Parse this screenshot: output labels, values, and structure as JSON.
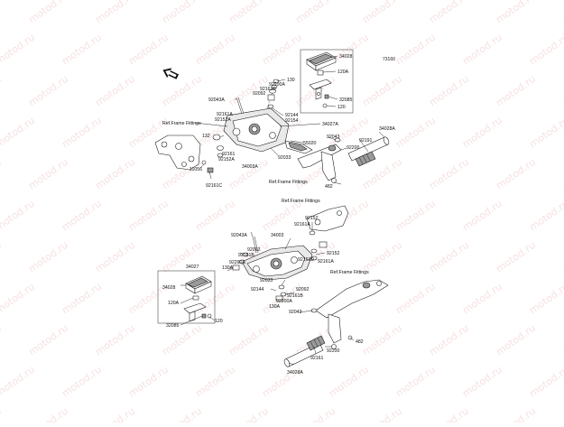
{
  "diagram_code": "73160",
  "watermark": "motod.ru",
  "ref_labels": {
    "frame_1": "Ref.Frame Fittings",
    "frame_2": "Ref.Frame Fittings",
    "frame_3": "Ref.Frame Fittings",
    "frame_4": "Ref.Frame Fittings"
  },
  "callouts": {
    "c34028_t": "34028",
    "c120A_t": "120A",
    "c32085_t": "32085",
    "c120_t": "120",
    "c130_t": "130",
    "c92200A_t": "92200A",
    "c92161B_t": "92161B",
    "c92092_t": "92092",
    "c92043A_t": "92043A",
    "c92144_t": "92144",
    "c92154_t": "92154",
    "c34027A": "34027A",
    "c92161A_t": "92161A",
    "c92152A_t": "92152A",
    "c132": "132",
    "c55020": "55020",
    "c92033_t": "92033",
    "c92043_t": "92043",
    "c92191": "92191",
    "c34028A_t": "34028A",
    "c92200_t": "92200",
    "c92161_t": "92161",
    "c92152A_t2": "92152A",
    "c11056": "11056",
    "c92161C": "92161C",
    "c34003A": "34003A",
    "c482_t": "482",
    "c92152_m": "92152",
    "c92161A_m": "92161A",
    "c92043A_m": "92043A",
    "c34003": "34003",
    "c92092_m": "92092",
    "c92161B_m": "92161B",
    "c92200A_m": "92200A",
    "c130A": "130A",
    "c92161D": "92161D",
    "c92152_m2": "92152",
    "c92161A_m2": "92161A",
    "c92033_m": "92033",
    "c92144_m": "92144",
    "c92092_m2": "92092",
    "c92161B_m2": "92161B",
    "c92200A_m2": "92200A",
    "c130A_m2": "130A",
    "c34027": "34027",
    "c34028_b": "34028",
    "c120A_b": "120A",
    "c120_b": "120",
    "c32085_b": "32085",
    "c92043_b": "92043",
    "c482_b": "482",
    "c92200_b": "92200",
    "c92161_b": "92161",
    "c34028A_b": "34028A"
  }
}
